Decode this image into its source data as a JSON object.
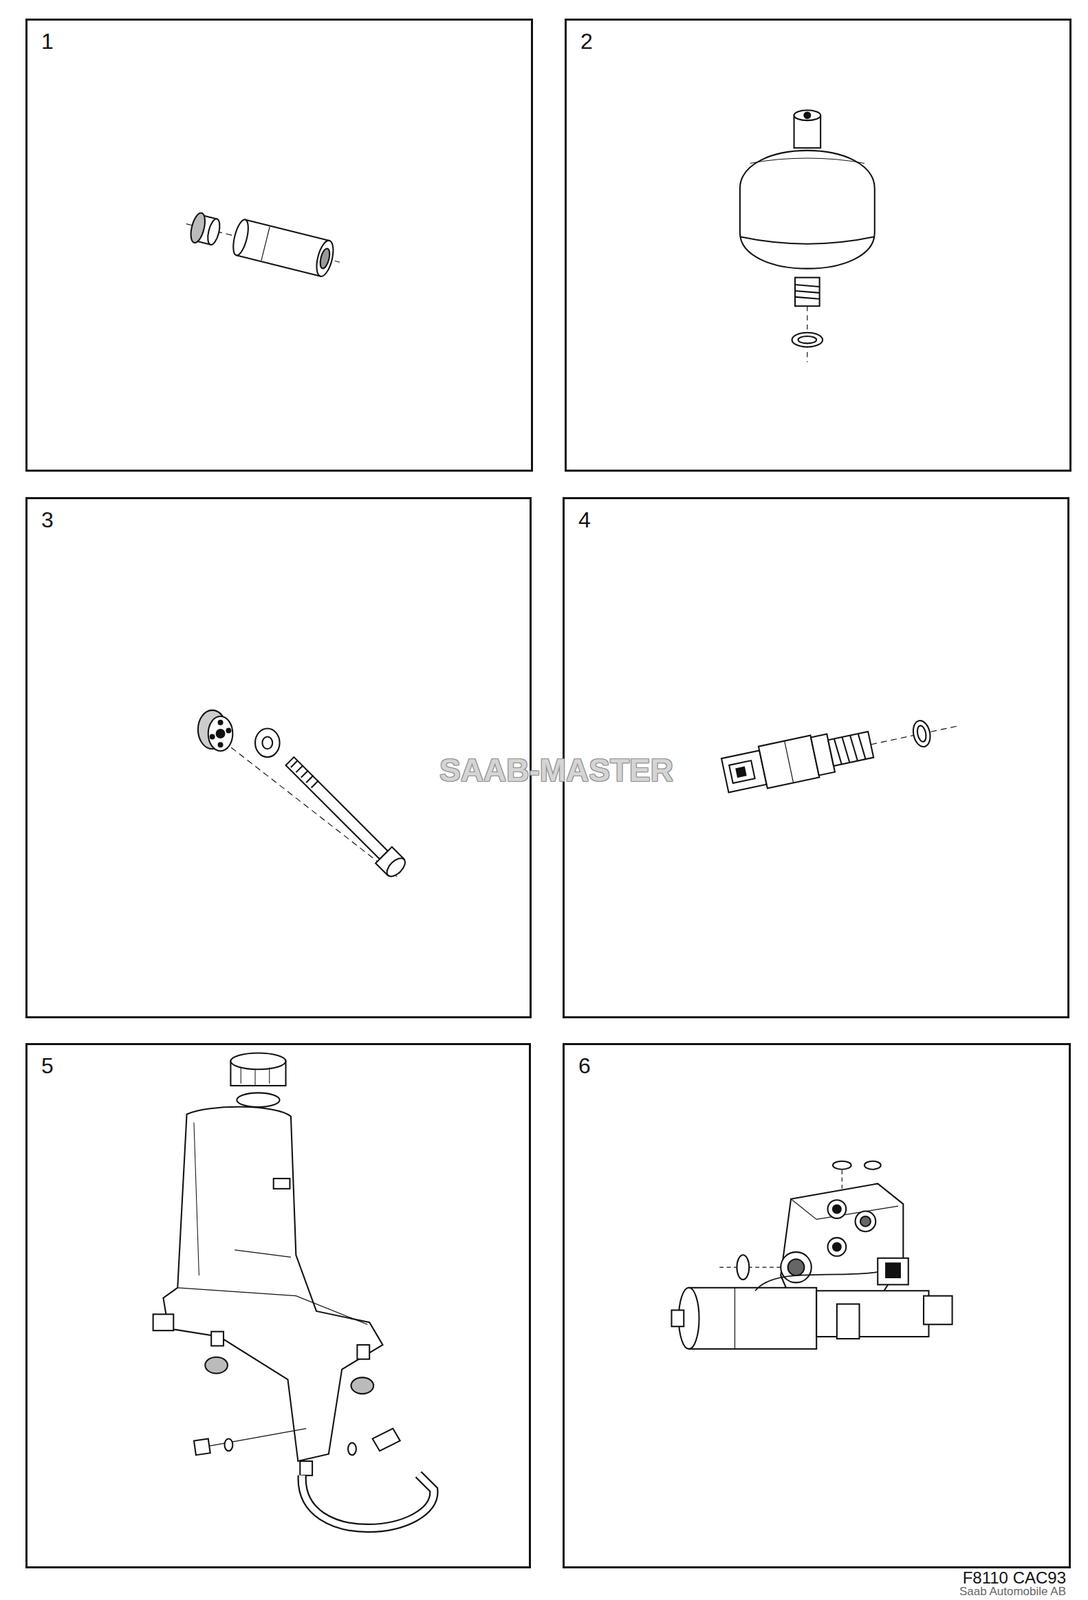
{
  "diagram": {
    "nodes": [
      {
        "text": [
          "1"
        ]
      },
      {
        "text": [
          "2"
        ]
      },
      {
        "text": [
          "3"
        ]
      },
      {
        "text": [
          "4"
        ]
      },
      {
        "text": [
          "5"
        ]
      },
      {
        "text": [
          "6"
        ]
      }
    ],
    "labels": [
      "SAAB-MASTER",
      "F8110 CAC93",
      "Saab Automobile AB"
    ]
  }
}
